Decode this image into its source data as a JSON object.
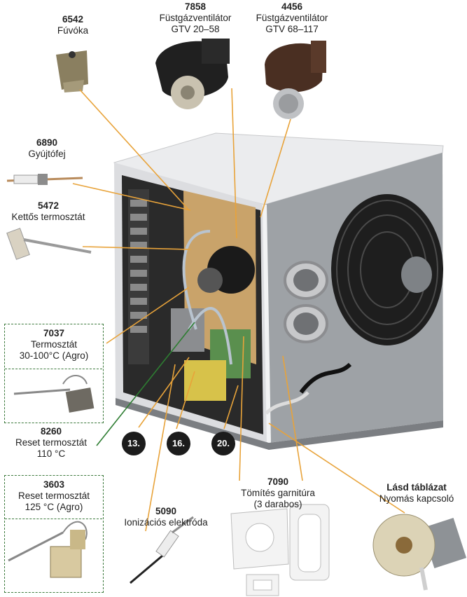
{
  "parts": {
    "p6542": {
      "num": "6542",
      "name": "Fúvóka"
    },
    "p7858": {
      "num": "7858",
      "name1": "Füstgázventilátor",
      "name2": "GTV 20–58"
    },
    "p4456": {
      "num": "4456",
      "name1": "Füstgázventilátor",
      "name2": "GTV 68–117"
    },
    "p6890": {
      "num": "6890",
      "name": "Gyújtófej"
    },
    "p5472": {
      "num": "5472",
      "name": "Kettős termosztát"
    },
    "p7037": {
      "num": "7037",
      "name1": "Termosztát",
      "name2": "30-100°C (Agro)"
    },
    "p8260": {
      "num": "8260",
      "name1": "Reset termosztát",
      "name2": "110 °C"
    },
    "p3603": {
      "num": "3603",
      "name1": "Reset termosztát",
      "name2": "125 °C (Agro)"
    },
    "p5090": {
      "num": "5090",
      "name": "Ionizációs elektróda"
    },
    "p7090": {
      "num": "7090",
      "name1": "Tömítés garnitúra",
      "name2": "(3 darabos)"
    },
    "pLasd": {
      "num": "Lásd táblázat",
      "name": "Nyomás kapcsoló"
    }
  },
  "badges": [
    "13.",
    "16.",
    "20."
  ],
  "colors": {
    "leader": "#e8a33a",
    "green": "#2e7d32",
    "badge": "#1c1c1c"
  }
}
